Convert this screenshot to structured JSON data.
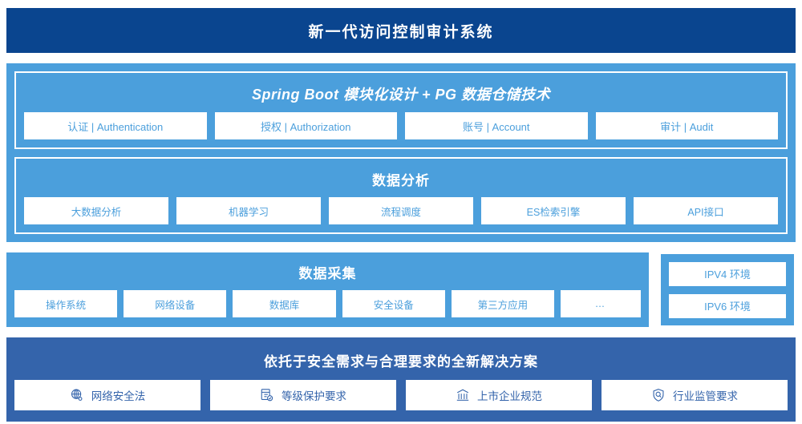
{
  "header": {
    "title": "新一代访问控制审计系统"
  },
  "platform": {
    "tech": {
      "title": "Spring Boot 模块化设计 + PG 数据仓储技术",
      "items": [
        {
          "label": "认证 | Authentication"
        },
        {
          "label": "授权 | Authorization"
        },
        {
          "label": "账号 | Account"
        },
        {
          "label": "审计 | Audit"
        }
      ]
    },
    "analysis": {
      "title": "数据分析",
      "items": [
        {
          "label": "大数据分析"
        },
        {
          "label": "机器学习"
        },
        {
          "label": "流程调度"
        },
        {
          "label": "ES检索引擎"
        },
        {
          "label": "API接口"
        }
      ]
    }
  },
  "collect": {
    "title": "数据采集",
    "items": [
      {
        "label": "操作系统"
      },
      {
        "label": "网络设备"
      },
      {
        "label": "数据库"
      },
      {
        "label": "安全设备"
      },
      {
        "label": "第三方应用"
      },
      {
        "label": "…"
      }
    ],
    "environments": [
      {
        "label": "IPV4 环境"
      },
      {
        "label": "IPV6 环境"
      }
    ]
  },
  "solution": {
    "title": "依托于安全需求与合理要求的全新解决方案",
    "items": [
      {
        "label": "网络安全法",
        "icon": "globe-network-icon"
      },
      {
        "label": "等级保护要求",
        "icon": "document-check-icon"
      },
      {
        "label": "上市企业规范",
        "icon": "bank-building-icon"
      },
      {
        "label": "行业监管要求",
        "icon": "shield-search-icon"
      }
    ]
  },
  "colors": {
    "header_navy": "#0a458f",
    "band_blue": "#4b9fdc",
    "solution_blue": "#3464ab",
    "chip_white": "#ffffff"
  }
}
